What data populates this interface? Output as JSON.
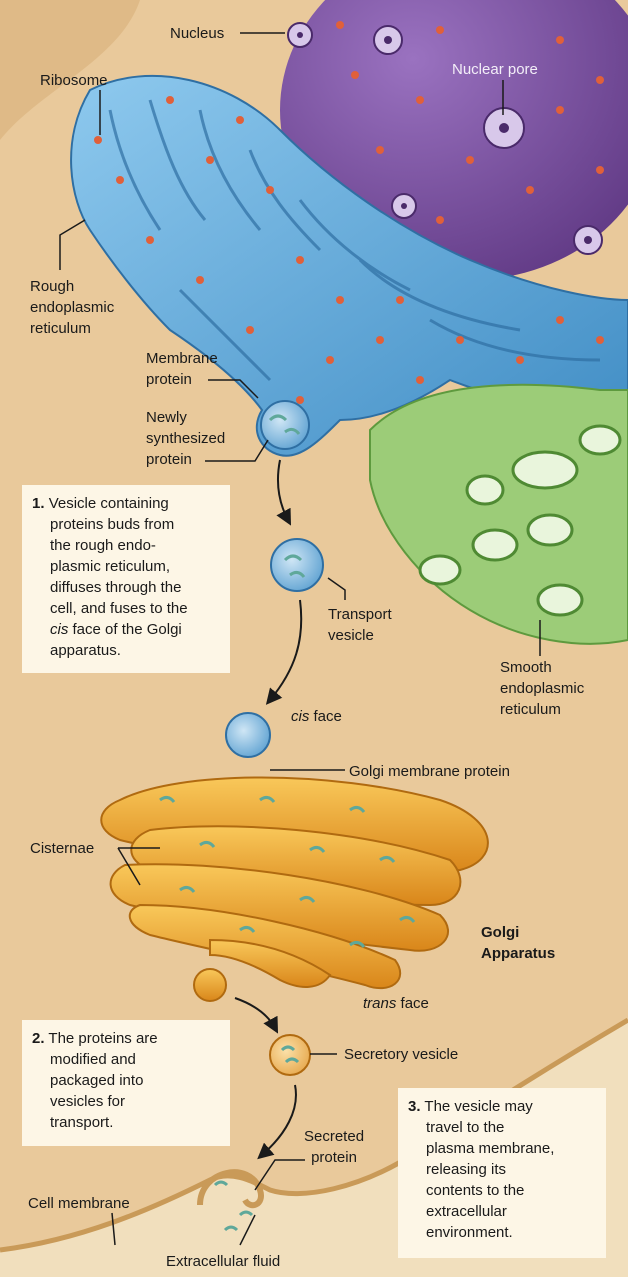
{
  "labels": {
    "nucleus": "Nucleus",
    "ribosome": "Ribosome",
    "nuclear_pore": "Nuclear pore",
    "rough_er": [
      "Rough",
      "endoplasmic",
      "reticulum"
    ],
    "membrane_protein": [
      "Membrane",
      "protein"
    ],
    "newly_synthesized_protein": [
      "Newly",
      "synthesized",
      "protein"
    ],
    "transport_vesicle": [
      "Transport",
      "vesicle"
    ],
    "smooth_er": [
      "Smooth",
      "endoplasmic",
      "reticulum"
    ],
    "cis_face_italic": "cis",
    "cis_face_rest": " face",
    "golgi_membrane_protein": "Golgi membrane protein",
    "cisternae": "Cisternae",
    "golgi_apparatus": [
      "Golgi",
      "Apparatus"
    ],
    "trans_face_italic": "trans",
    "trans_face_rest": " face",
    "secretory_vesicle": "Secretory vesicle",
    "secreted_protein": [
      "Secreted",
      "protein"
    ],
    "cell_membrane": "Cell membrane",
    "extracellular_fluid": "Extracellular fluid"
  },
  "steps": [
    {
      "number": "1.",
      "lines": [
        "Vesicle containing",
        "proteins buds from",
        "the rough endo-",
        "plasmic reticulum,",
        "diffuses through the",
        "cell, and fuses to the"
      ],
      "line7_italic": "cis",
      "line7_rest": " face of the Golgi",
      "line8": "apparatus."
    },
    {
      "number": "2.",
      "lines": [
        "The proteins are",
        "modified and",
        "packaged into",
        "vesicles for",
        "transport."
      ]
    },
    {
      "number": "3.",
      "lines": [
        "The vesicle may",
        "travel to the",
        "plasma membrane,",
        "releasing its",
        "contents to the",
        "extracellular",
        "environment."
      ]
    }
  ],
  "colors": {
    "cytoplasm": "#e9c99b",
    "nucleus": "#7a4f9e",
    "rough_er": "#6fb1e0",
    "ribosome": "#e0603a",
    "smooth_er": "#9ccc78",
    "golgi": "#f2a838",
    "protein": "#5fa89a",
    "box_background": "#fdf6e6"
  }
}
